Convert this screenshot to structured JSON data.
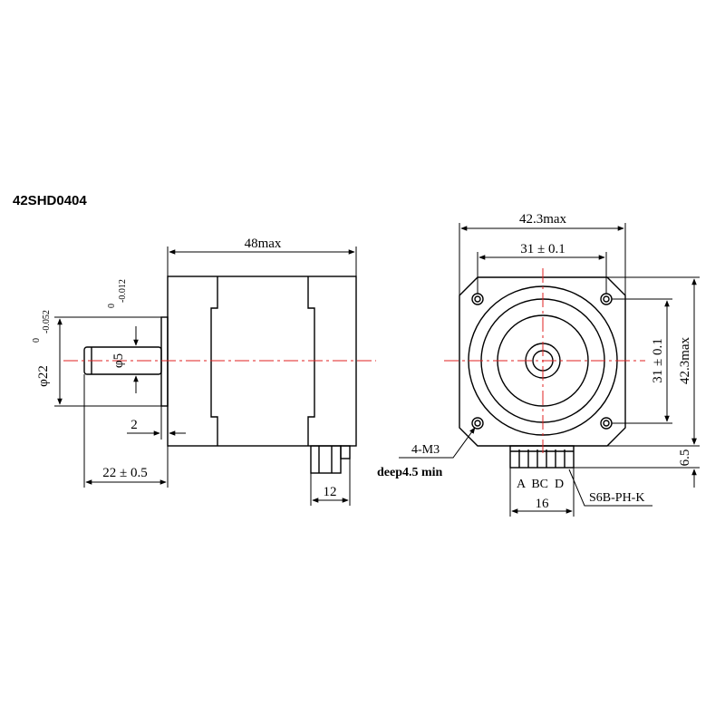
{
  "model_label": "42SHD0404",
  "side_view": {
    "length_max": "48max",
    "shaft_dia_main": "φ5",
    "shaft_dia_upper": "0",
    "shaft_dia_lower": "-0.012",
    "boss_dia_main": "φ22",
    "boss_dia_upper": "0",
    "boss_dia_lower": "-0.052",
    "boss_height": "2",
    "shaft_length": "22 ± 0.5",
    "connector_width": "12"
  },
  "front_view": {
    "width_max": "42.3max",
    "hole_pitch_h": "31 ± 0.1",
    "hole_pitch_v": "31 ± 0.1",
    "height_max": "42.3max",
    "mount_holes": "4-M3",
    "hole_depth": "deep4.5 min",
    "connector_offset": "6.5",
    "pin_labels": "A  BC  D",
    "connector_width": "16",
    "connector_model": "S6B-PH-K"
  },
  "colors": {
    "line": "#000000",
    "centerline": "#e02020"
  }
}
